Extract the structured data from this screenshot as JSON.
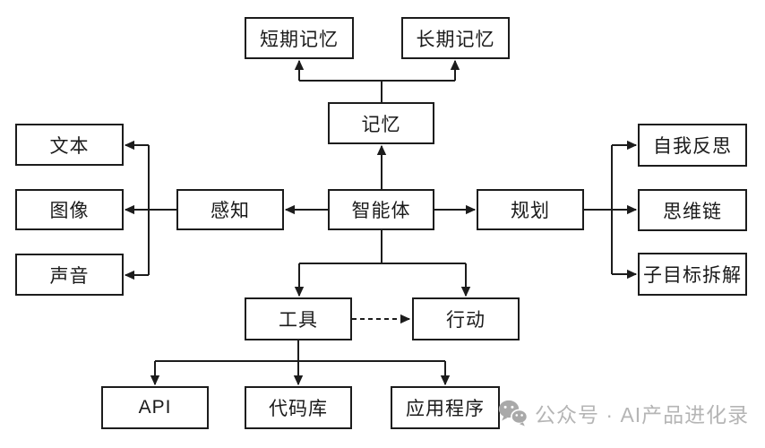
{
  "diagram": {
    "nodes": {
      "short_term_memory": {
        "label": "短期记忆"
      },
      "long_term_memory": {
        "label": "长期记忆"
      },
      "memory": {
        "label": "记忆"
      },
      "text": {
        "label": "文本"
      },
      "image": {
        "label": "图像"
      },
      "sound": {
        "label": "声音"
      },
      "perception": {
        "label": "感知"
      },
      "agent": {
        "label": "智能体"
      },
      "planning": {
        "label": "规划"
      },
      "self_reflection": {
        "label": "自我反思"
      },
      "chain_of_thought": {
        "label": "思维链"
      },
      "subgoal_decomposition": {
        "label": "子目标拆解"
      },
      "tools": {
        "label": "工具"
      },
      "action": {
        "label": "行动"
      },
      "api": {
        "label": "API"
      },
      "code_library": {
        "label": "代码库"
      },
      "applications": {
        "label": "应用程序"
      }
    },
    "edges": [
      {
        "from": "memory",
        "to": "short_term_memory",
        "style": "solid-arrow"
      },
      {
        "from": "memory",
        "to": "long_term_memory",
        "style": "solid-arrow"
      },
      {
        "from": "agent",
        "to": "memory",
        "style": "solid-arrow"
      },
      {
        "from": "agent",
        "to": "perception",
        "style": "solid-arrow"
      },
      {
        "from": "perception",
        "to": "text",
        "style": "solid-arrow"
      },
      {
        "from": "perception",
        "to": "image",
        "style": "solid-arrow"
      },
      {
        "from": "perception",
        "to": "sound",
        "style": "solid-arrow"
      },
      {
        "from": "agent",
        "to": "planning",
        "style": "solid-arrow"
      },
      {
        "from": "planning",
        "to": "self_reflection",
        "style": "solid-arrow"
      },
      {
        "from": "planning",
        "to": "chain_of_thought",
        "style": "solid-arrow"
      },
      {
        "from": "planning",
        "to": "subgoal_decomposition",
        "style": "solid-arrow"
      },
      {
        "from": "agent",
        "to": "tools",
        "style": "solid-arrow"
      },
      {
        "from": "agent",
        "to": "action",
        "style": "solid-arrow"
      },
      {
        "from": "tools",
        "to": "action",
        "style": "dashed-arrow"
      },
      {
        "from": "tools",
        "to": "api",
        "style": "solid-arrow"
      },
      {
        "from": "tools",
        "to": "code_library",
        "style": "solid-arrow"
      },
      {
        "from": "tools",
        "to": "applications",
        "style": "solid-arrow"
      }
    ],
    "watermark": {
      "text": "公众号 · AI产品进化录",
      "icon": "wechat-icon",
      "text_color": "#b5b5b5",
      "icon_color": "#a9a9a9"
    },
    "colors": {
      "line": "#1c1c1c",
      "box_border": "#1c1c1c",
      "box_fill": "#ffffff",
      "label_text": "#1a1a1a",
      "background": "#ffffff"
    }
  }
}
